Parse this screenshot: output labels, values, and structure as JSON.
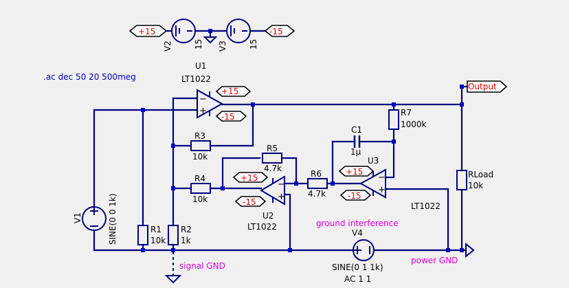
{
  "directive": ".ac dec 50 20 500meg",
  "nets": {
    "plus15": "+15",
    "minus15": "-15",
    "output": "Output",
    "signal_gnd": "signal GND",
    "power_gnd": "power GND",
    "ground_interference": "ground interference"
  },
  "components": {
    "V1": {
      "name": "V1",
      "value": "SINE(0 0 1k)"
    },
    "V2": {
      "name": "V2",
      "value": "15"
    },
    "V3": {
      "name": "V3",
      "value": "15"
    },
    "V4": {
      "name": "V4",
      "value": "SINE(0 1 1k)",
      "ac": "AC 1 1"
    },
    "U1": {
      "name": "U1",
      "part": "LT1022"
    },
    "U2": {
      "name": "U2",
      "part": "LT1022"
    },
    "U3": {
      "name": "U3",
      "part": "LT1022"
    },
    "R1": {
      "name": "R1",
      "value": "10k"
    },
    "R2": {
      "name": "R2",
      "value": "1k"
    },
    "R3": {
      "name": "R3",
      "value": "10k"
    },
    "R4": {
      "name": "R4",
      "value": "10k"
    },
    "R5": {
      "name": "R5",
      "value": "4.7k"
    },
    "R6": {
      "name": "R6",
      "value": "4.7k"
    },
    "R7": {
      "name": "R7",
      "value": "1000k"
    },
    "C1": {
      "name": "C1",
      "value": "1µ"
    },
    "RLoad": {
      "name": "RLoad",
      "value": "10k"
    }
  }
}
